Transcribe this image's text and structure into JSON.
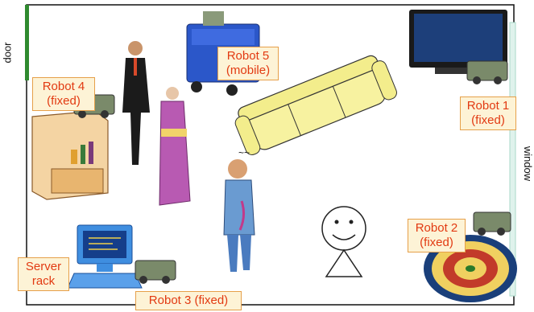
{
  "room": {
    "door_label": "door",
    "window_label": "window"
  },
  "robots": [
    {
      "id": "robot-1",
      "line1": "Robot 1",
      "line2": "(fixed)"
    },
    {
      "id": "robot-2",
      "line1": "Robot 2",
      "line2": "(fixed)"
    },
    {
      "id": "robot-3",
      "line1": "Robot 3 (fixed)",
      "line2": ""
    },
    {
      "id": "robot-4",
      "line1": "Robot 4",
      "line2": "(fixed)"
    },
    {
      "id": "robot-5",
      "line1": "Robot 5",
      "line2": "(mobile)"
    }
  ],
  "server": {
    "line1": "Server",
    "line2": "rack"
  },
  "colors": {
    "label_text": "#e23a12",
    "label_fill": "#fdf3d6",
    "label_border": "#e6a04a",
    "door": "#2f8a2f",
    "window": "#a9d8c8",
    "wall": "#111111"
  }
}
